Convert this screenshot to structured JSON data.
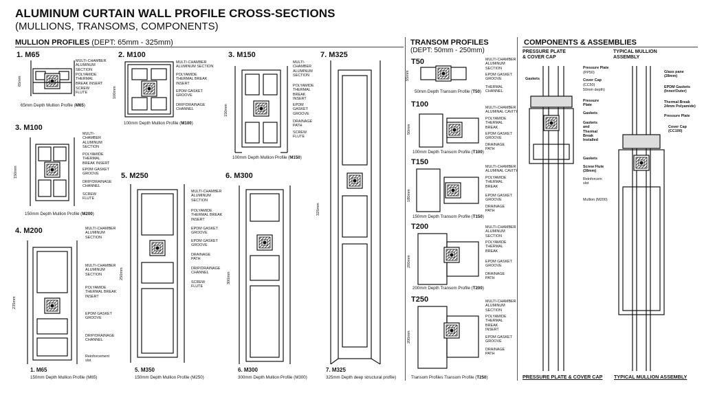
{
  "header": {
    "title": "ALUMINUM CURTAIN WALL PROFILE CROSS-SECTIONS",
    "subtitle": "(MULLIONS, TRANSOMS, COMPONENTS)"
  },
  "sections": {
    "mullion": {
      "title": "MULLION PROFILES",
      "subtitle": "(DEPT: 65mm - 325mm)"
    },
    "transom": {
      "title": "TRANSOM PROFILES",
      "subtitle": "(DEPT: 50mm - 250mm)"
    },
    "components": {
      "title": "COMPONENTS & ASSEMBLIES"
    }
  },
  "mullions": {
    "m65": {
      "title": "1. M65",
      "dim": "65mm",
      "caption_pre": "65mm Depth Mullion Profile (",
      "caption_bold": "M65",
      "caption_post": ")",
      "callouts": [
        "MULTI-CHAMBER\nALUMINUM\nSECTION",
        "POLYAMIDE\nTHERMAL\nBREAK INSERT",
        "SCREW\nFLUTE"
      ]
    },
    "m100a": {
      "title": "2. M100",
      "dim": "100mm",
      "caption_pre": "100mm Depth Mullion Profile (",
      "caption_bold": "M100",
      "caption_post": ")",
      "callouts": [
        "MULTI-CHAMBER\nALUMINUM SECTION",
        "POLYAMIDE\nTHERMAL BREAK\nINSERT",
        "EPDM GASKET\nGROOVE",
        "DRIP/DRAINAGE\nCHANNEL"
      ]
    },
    "m150": {
      "title": "3. M150",
      "dim": "150mm",
      "caption_pre": "100mm Depth Mullion Profile (",
      "caption_bold": "M150",
      "caption_post": ")",
      "callouts": [
        "MULTI-\nCHAMBER\nALUMINUM\nSECTION",
        "POLYAMIDE\nTHERMAL\nBREAK\nINSERT",
        "EPDM\nGASKET\nGROOVE",
        "DRAINAGE\nPATH",
        "SCREW\nFLUTE"
      ]
    },
    "m325": {
      "title": "7. M325",
      "dim": "325mm",
      "caption_label": "7. M325",
      "caption": "325mm Depth deep structural profile)"
    },
    "m100b": {
      "title": "3. M100",
      "dim": "150mm",
      "caption_pre": "150mm Depth Mullion Profile (",
      "caption_bold": "M200",
      "caption_post": ")",
      "callouts": [
        "MULTI-\nCHAMBER\nALUMINUM\nSECTION",
        "POLYAMIDE\nTHERMAL\nBREAK INSERT",
        "EPDM GASKET\nGROOVE",
        "DRIP/DRAINAGE\nCHANNEL",
        "SCREW\nFLUTE"
      ]
    },
    "m250": {
      "title": "5. M250",
      "dim": "250mm",
      "caption_label": "5. M350",
      "caption": "150mm Depth Mullion Profile (M250)",
      "callouts": [
        "MULTI-CHAMBER\nALUMINUM\nSECTION",
        "POLYAMIDE\nTHERMAL BREAK\nINSERT",
        "EPDM GASKET\nGROOVE",
        "EPDM GASKET\nGROOVE",
        "DRAINAGE\nPATH",
        "DRIP/DRAINAGE\nCHANNEL",
        "SCREW\nFLUTE"
      ]
    },
    "m300": {
      "title": "6. M300",
      "dim": "300mm",
      "caption_label": "6. M300",
      "caption": "300mm Depth Mullion Profile (M300)"
    },
    "m200": {
      "title": "4. M200",
      "dim": "235mm",
      "caption_label": "1. M65",
      "caption": "150mm Depth Mullion Profile (M65)",
      "callouts": [
        "MULTI-CHAMBER\nALUMINUM\nSECTION",
        "MULTI-CHAMBER\nALUMINUM\nSECTION",
        "POLYAMIDE\nTHERMAL BREAK\nINSERT",
        "EPDM GASKET\nGROOVE",
        "DRIP/DRAINAGE\nCHANNEL",
        "Reinforcement\nslot"
      ]
    }
  },
  "transoms": {
    "t50": {
      "title": "T50",
      "dim": "55mm",
      "caption_pre": "50mm Depth Transom Profile (",
      "caption_bold": "T50",
      "caption_post": ")",
      "callouts": [
        "MULTI-CHAMBER\nALUMINUM\nSECTION",
        "EPDM GASKET\nGROOVE",
        "THERMAL\nCHANNEL"
      ]
    },
    "t100": {
      "title": "T100",
      "dim": "50mm",
      "caption_pre": "100mm Depth Transom Profile (",
      "caption_bold": "T100",
      "caption_post": ")",
      "callouts": [
        "MULTI-CHAMBER\nALUMINAL CAVITY",
        "POLYAMIDE\nTHERMAL\nBREAK",
        "EPDM GASKET\nGROOVE",
        "DRAINAGE\nPATH"
      ]
    },
    "t150": {
      "title": "T150",
      "dim": "180mm",
      "caption_pre": "150mm Depth Transom Profile (",
      "caption_bold": "T150",
      "caption_post": ")",
      "callouts": [
        "MULTI-CHAMBER\nALUMINAL CAVITY",
        "POLYAMIDE\nTHERMAL\nBREAK",
        "EPDM GASKET\nGROOVE",
        "DRAINAGE\nPATH"
      ]
    },
    "t200": {
      "title": "T200",
      "dim": "200mm",
      "caption_pre": "200mm Depth Transom Profile (",
      "caption_bold": "T200",
      "caption_post": ")",
      "callouts": [
        "MULTI-CHAMBER\nALUMINUM\nSECTION",
        "POLYAMIDE\nTHERMAL\nBREAK",
        "EPDM GASKET\nGROOVE",
        "DRAINAGE\nPATH"
      ]
    },
    "t250": {
      "title": "T250",
      "dim": "200mm",
      "caption_pre": "Transom Profiles Transom Profile (",
      "caption_bold": "T250",
      "caption_post": ")",
      "callouts": [
        "MULTI-CHAMBER\nALUMINUM\nSECTION",
        "POLYAMIDE\nTHERMAL\nBREAK\nINSERT",
        "EPDM GASKET\nGROOVE",
        "DRAINAGE\nPATH"
      ]
    }
  },
  "components": {
    "pressure_plate_head": "PRESSURE PLATE\n& COVER CAP",
    "mullion_assembly_head": "TYPICAL MULLION\nASSEMBLY",
    "pp_labels": {
      "pressure_plate": "Pressure Plate",
      "pressure_plate_code": "(PP50)",
      "cover_cap": "Cover Cap",
      "cover_cap_code": "(CC50)",
      "cover_cap_depth": "50mm depth)",
      "gaskets": "Gaskets",
      "pressure_plate2": "Pressure\nPlate",
      "gaskets2": "Gaskets",
      "gaskets_thermal": "Gaskets\nand\nThermal\nBreak\nInstalled",
      "gaskets3": "Gaskets",
      "screw_flute": "Screw Flute\n(28mm)",
      "reinforcement": "Reinforcem\nslot",
      "mullion": "Mullion (M200)"
    },
    "ma_labels": {
      "glass_pane": "Glass pane\n(28mm)",
      "epdm": "EPDM Gaskets\n(Inner/Outer)",
      "thermal_break": "Thermal Break\n24mm Polyamide)",
      "pressure_plate": "Pressure Plate",
      "cover_cap": "Cover Cap\n(CC100)"
    },
    "bottom_pp": "PRESSURE PLATE & COVER CAP",
    "bottom_ma": "TYPICAL MULLION ASSEMBLY"
  }
}
